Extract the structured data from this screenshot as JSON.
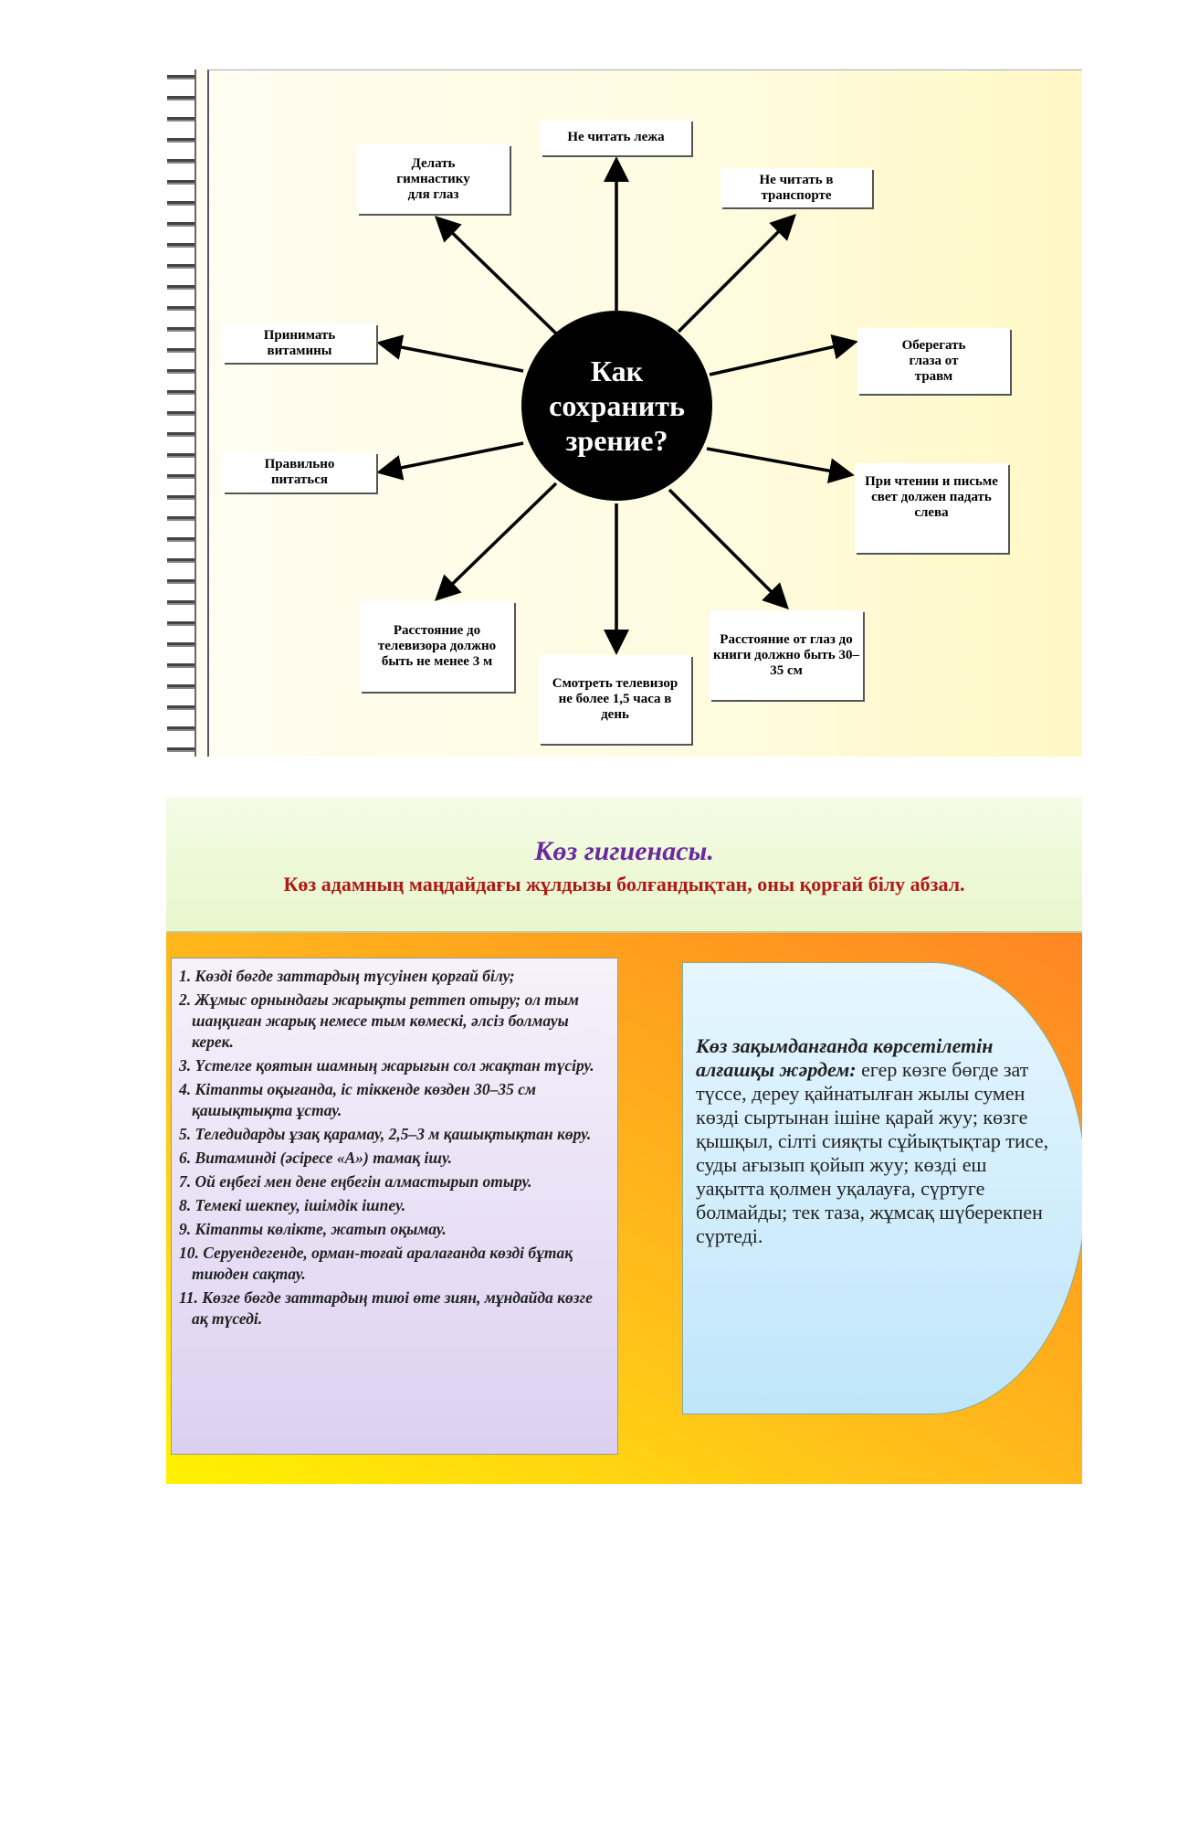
{
  "slide1": {
    "center_title": "Как сохранить зрение?",
    "boxes": {
      "top": "Не читать лежа",
      "top_left": "Делать гимнастику для глаз",
      "top_right": "Не читать в транспорте",
      "left_upper": "Принимать витамины",
      "right_upper": "Оберегать глаза от травм",
      "left_lower": "Правильно питаться",
      "right_lower": "При чтении и письме свет должен падать слева",
      "bottom_left": "Расстояние до телевизора должно быть не менее 3 м",
      "bottom": "Смотреть телевизор не более 1,5 часа в день",
      "bottom_right": "Расстояние от глаз до книги должно быть 30–35 см"
    }
  },
  "slide2": {
    "title": "Көз гигиенасы.",
    "subtitle": "Көз адамның маңдайдағы жұлдызы болғандықтан, оны қорғай білу абзал.",
    "rules": [
      "1. Көзді бөгде заттардың түсуінен қорғай білу;",
      "2. Жұмыс орнындағы жарықты реттеп отыру; ол тым шаңқиған жарық немесе тым көмескі, әлсіз болмауы керек.",
      "3. Үстелге қоятын шамның жарығын сол жақтан түсіру.",
      "4. Кітапты оқығанда, іс тіккенде көзден 30–35 см қашықтықта ұстау.",
      "5. Теледидарды ұзақ қарамау, 2,5–3 м қашықтықтан көру.",
      "6. Витаминді (әсіресе «А») тамақ ішу.",
      "7. Ой еңбегі мен дене еңбегін алмастырып отыру.",
      "8. Темекі шекпеу, ішімдік ішпеу.",
      "9. Кітапты көлікте, жатып оқымау.",
      "10. Серуендегенде, орман-тоғай аралағанда көзді бұтақ тиюден сақтау.",
      "11. Көзге бөгде заттардың тиюі өте зиян, мұндайда көзге ақ түседі."
    ],
    "first_aid_heading": "Көз зақымданғанда көрсетілетін алғашқы жәрдем:",
    "first_aid_text": " егер көзге бөгде зат түссе, дереу қайнатылған жылы сумен көзді сыртынан ішіне қарай жуу; көзге қышқыл, сілті сияқты сұйықтықтар тисе, суды ағызып қойып жуу; көзді еш уақытта қолмен уқалауға, сүртуге болмайды; тек таза, жұмсақ шүберекпен сүртеді."
  }
}
